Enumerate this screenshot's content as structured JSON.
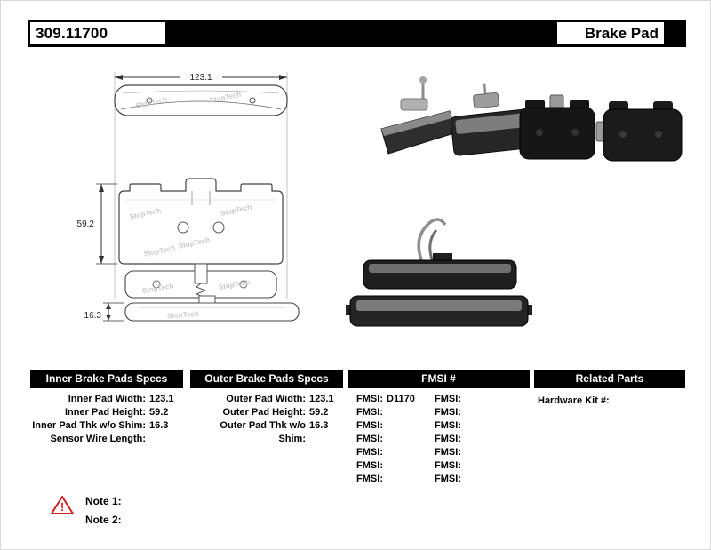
{
  "header": {
    "part_number": "309.11700",
    "product_type": "Brake Pad"
  },
  "drawing": {
    "dim_width": "123.1",
    "dim_height": "59.2",
    "dim_thickness": "16.3",
    "watermark": "StopTech"
  },
  "specs": {
    "inner": {
      "header": "Inner Brake Pads Specs",
      "rows": [
        {
          "label": "Inner Pad Width:",
          "value": "123.1"
        },
        {
          "label": "Inner Pad Height:",
          "value": "59.2"
        },
        {
          "label": "Inner Pad Thk w/o Shim:",
          "value": "16.3"
        },
        {
          "label": "Sensor Wire Length:",
          "value": ""
        }
      ]
    },
    "outer": {
      "header": "Outer Brake Pads Specs",
      "rows": [
        {
          "label": "Outer Pad Width:",
          "value": "123.1"
        },
        {
          "label": "Outer Pad Height:",
          "value": "59.2"
        },
        {
          "label": "Outer Pad Thk w/o Shim:",
          "value": "16.3"
        }
      ]
    },
    "fmsi": {
      "header": "FMSI #",
      "left": [
        {
          "label": "FMSI:",
          "value": "D1170"
        },
        {
          "label": "FMSI:",
          "value": ""
        },
        {
          "label": "FMSI:",
          "value": ""
        },
        {
          "label": "FMSI:",
          "value": ""
        },
        {
          "label": "FMSI:",
          "value": ""
        },
        {
          "label": "FMSI:",
          "value": ""
        },
        {
          "label": "FMSI:",
          "value": ""
        }
      ],
      "right": [
        {
          "label": "FMSI:",
          "value": ""
        },
        {
          "label": "FMSI:",
          "value": ""
        },
        {
          "label": "FMSI:",
          "value": ""
        },
        {
          "label": "FMSI:",
          "value": ""
        },
        {
          "label": "FMSI:",
          "value": ""
        },
        {
          "label": "FMSI:",
          "value": ""
        },
        {
          "label": "FMSI:",
          "value": ""
        }
      ]
    },
    "related": {
      "header": "Related Parts",
      "rows": [
        {
          "label": "Hardware Kit #:",
          "value": ""
        }
      ]
    }
  },
  "notes": {
    "warning_glyph": "!",
    "items": [
      {
        "label": "Note 1:"
      },
      {
        "label": "Note 2:"
      }
    ]
  }
}
